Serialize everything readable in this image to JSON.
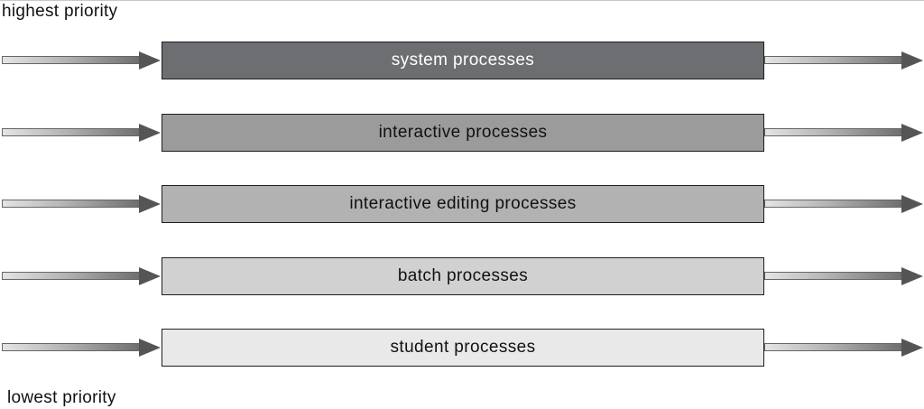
{
  "labels": {
    "top": "highest priority",
    "bottom": "lowest priority"
  },
  "queues": [
    {
      "label": "system processes",
      "fill": "#6d6e72",
      "text_color": "#ffffff"
    },
    {
      "label": "interactive processes",
      "fill": "#9b9b9b",
      "text_color": "#111111"
    },
    {
      "label": "interactive editing processes",
      "fill": "#b2b2b2",
      "text_color": "#111111"
    },
    {
      "label": "batch processes",
      "fill": "#d1d1d1",
      "text_color": "#111111"
    },
    {
      "label": "student processes",
      "fill": "#e9e9e9",
      "text_color": "#111111"
    }
  ]
}
